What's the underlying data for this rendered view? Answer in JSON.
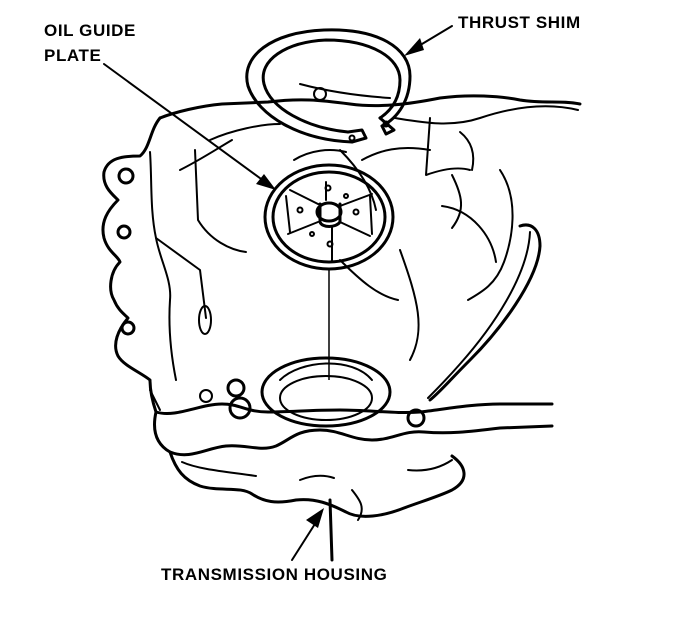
{
  "labels": {
    "thrust_shim": "THRUST SHIM",
    "oil_guide_line1": "OIL GUIDE",
    "oil_guide_line2": "PLATE",
    "transmission_housing": "TRANSMISSION HOUSING"
  },
  "colors": {
    "ink": "#000000",
    "paper": "#ffffff"
  }
}
